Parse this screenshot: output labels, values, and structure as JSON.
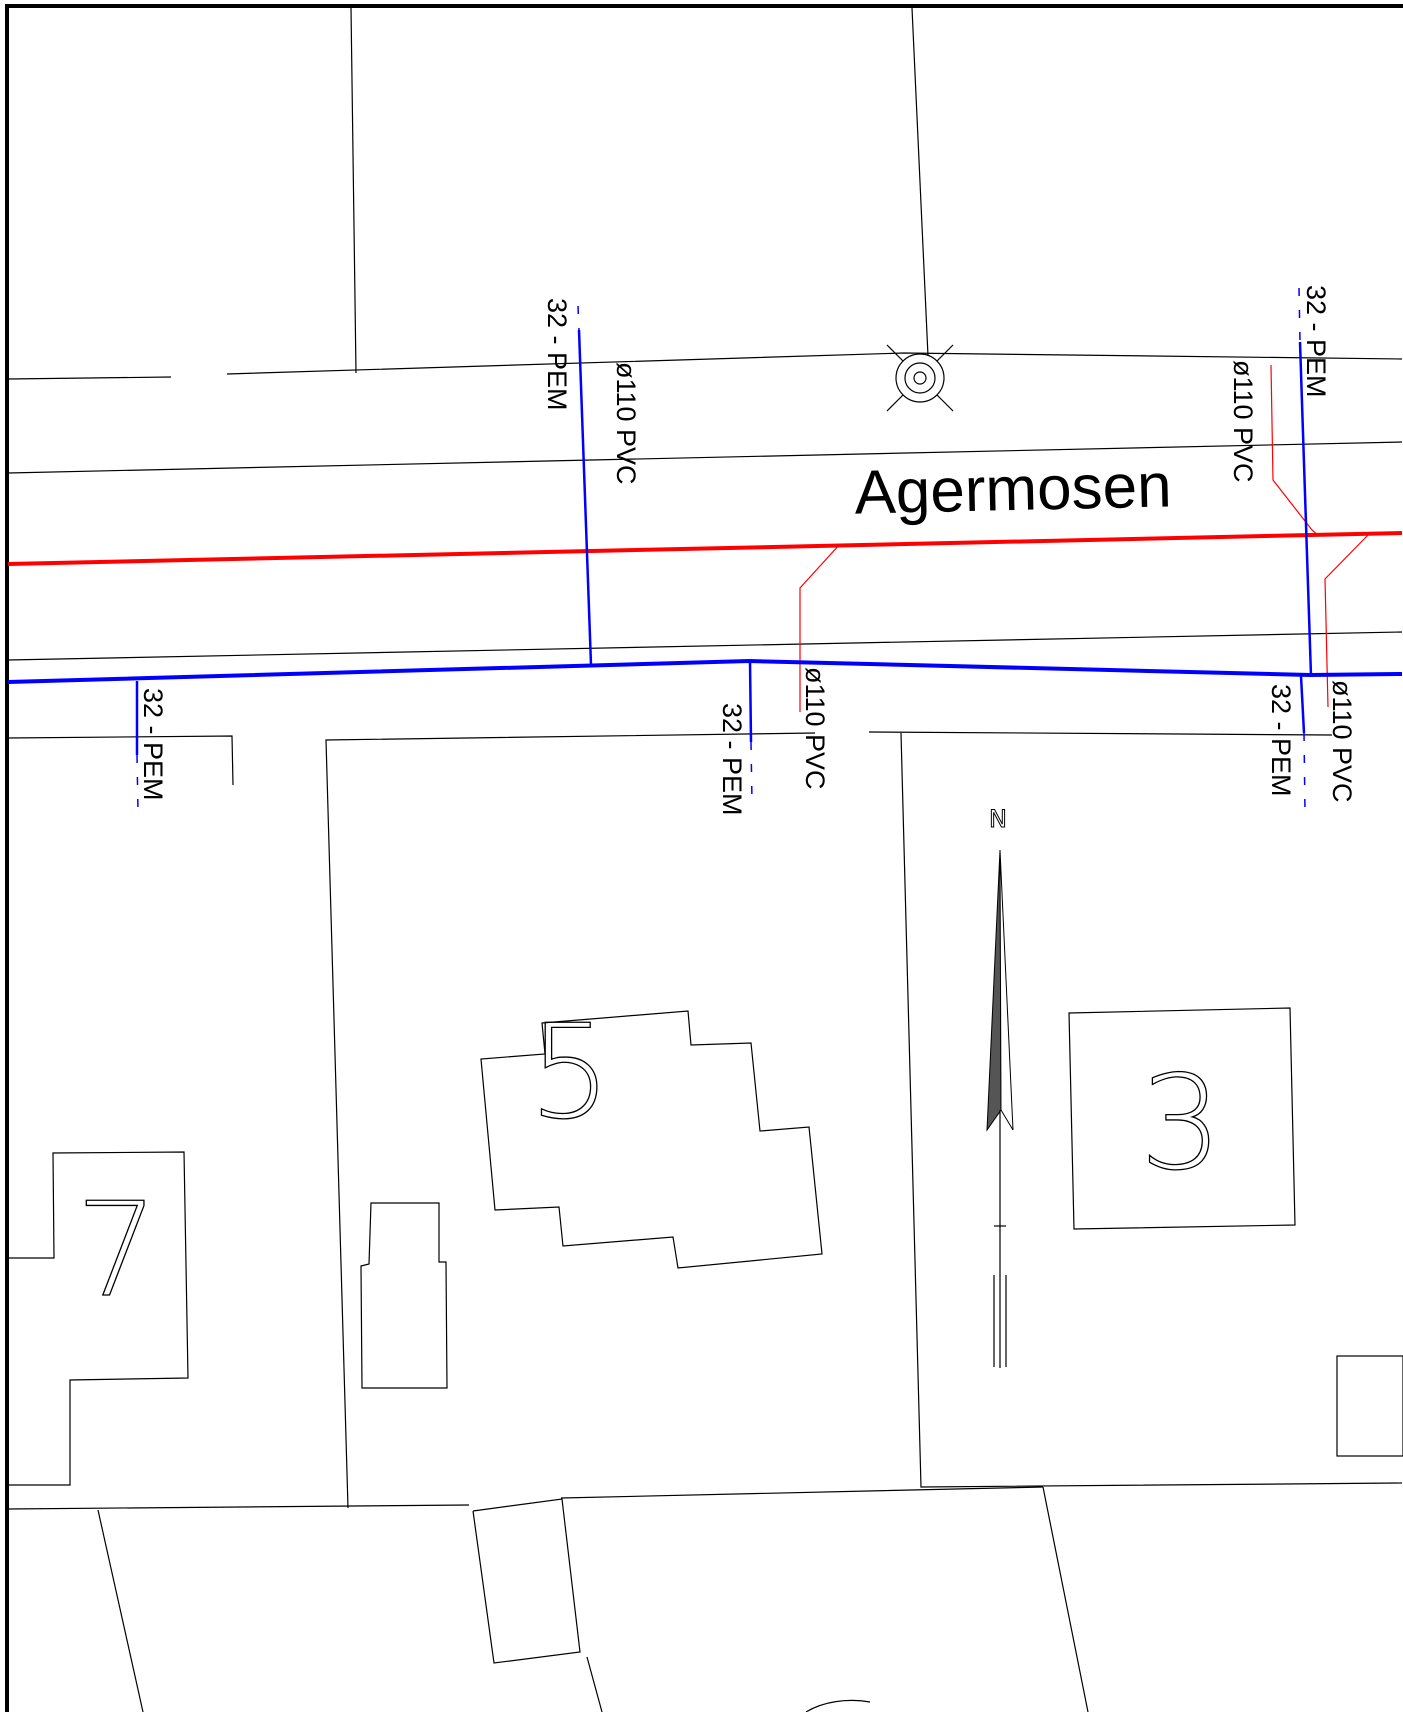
{
  "street": {
    "name": "Agermosen"
  },
  "pipes": {
    "service_label": "32 - PEM",
    "sewer_label": "ø110 PVC"
  },
  "houses": [
    "5",
    "3",
    "7"
  ],
  "north_arrow": {
    "label": "N"
  },
  "colors": {
    "water_main": "#0000ff",
    "sewer_main": "#ff0000",
    "parcel_lines": "#000000"
  }
}
